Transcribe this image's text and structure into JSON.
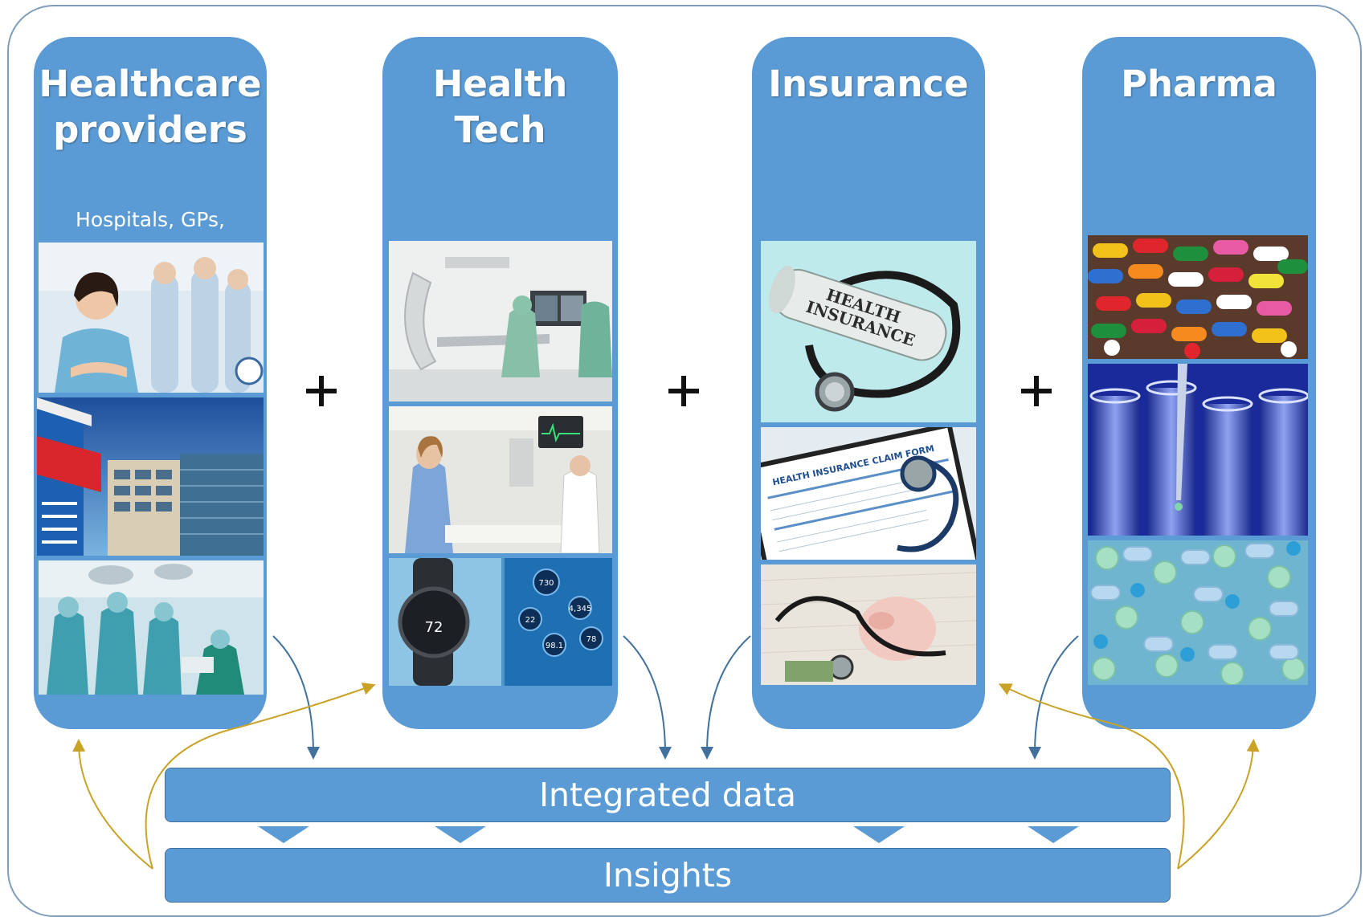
{
  "columns": [
    {
      "id": "healthcare",
      "title": "Healthcare\nproviders",
      "subtitle": "Hospitals, GPs,\nHealth Systems",
      "photos": [
        "medical-staff-photo",
        "hospital-emergency-building-photo",
        "operating-room-surgery-photo"
      ]
    },
    {
      "id": "healthtech",
      "title": "Health\nTech",
      "subtitle": "",
      "photos": [
        "angiography-imaging-room-photo",
        "icu-patient-monitor-photo",
        "smartwatch-health-app-photo"
      ]
    },
    {
      "id": "insurance",
      "title": "Insurance",
      "subtitle": "",
      "photo_texts": {
        "scroll": "HEALTH\nINSURANCE",
        "form": "HEALTH INSURANCE CLAIM FORM"
      },
      "photos": [
        "health-insurance-scroll-stethoscope-photo",
        "insurance-claim-form-photo",
        "piggy-bank-stethoscope-photo"
      ]
    },
    {
      "id": "pharma",
      "title": "Pharma",
      "subtitle": "",
      "photos": [
        "colorful-capsules-photo",
        "test-tubes-pipette-photo",
        "blue-green-tablets-photo"
      ]
    }
  ],
  "plus_sign": "+",
  "bars": {
    "integrated": "Integrated data",
    "insights": "Insights"
  },
  "watch_readout": "72",
  "app_readouts": [
    "730",
    "4,345",
    "22",
    "98.1",
    "78"
  ],
  "colors": {
    "column_fill": "#5b9bd5",
    "data_arrow": "#41719c",
    "insight_arrow": "#c9a227",
    "frame": "#7f9db9"
  }
}
